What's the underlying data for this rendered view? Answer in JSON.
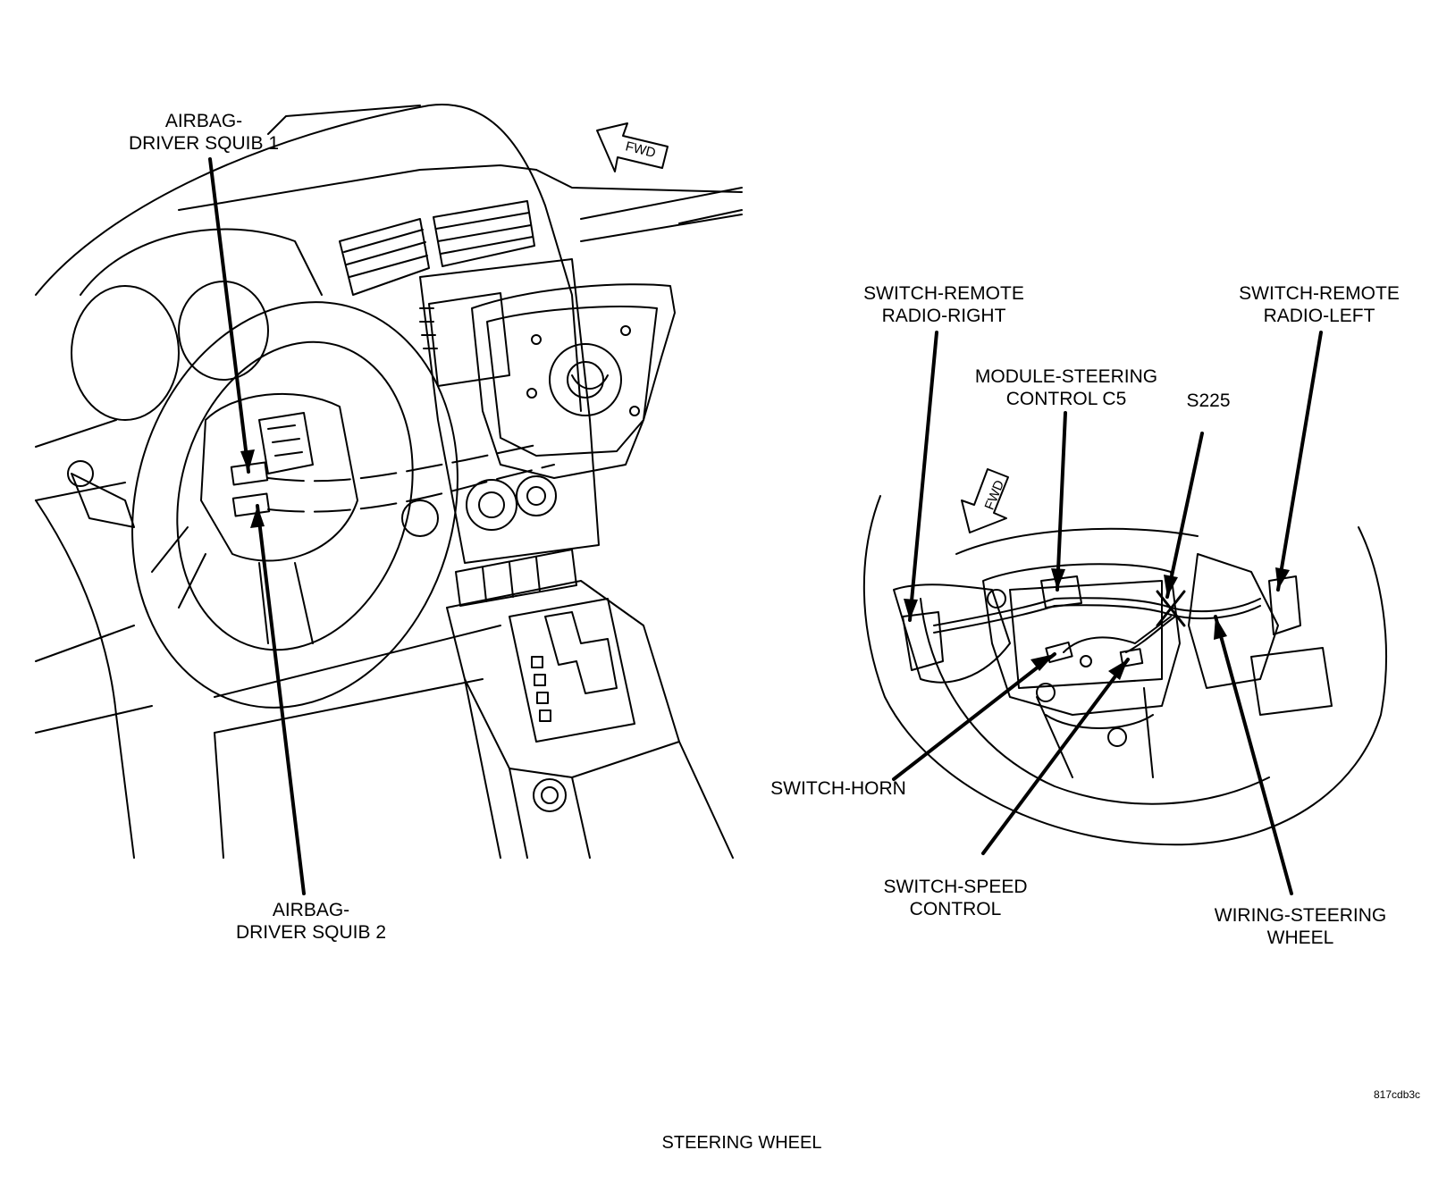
{
  "figure": {
    "title": "STEERING WHEEL",
    "code": "817cdb3c",
    "colors": {
      "ink": "#000000",
      "background": "#ffffff"
    }
  },
  "left_view": {
    "fwd_label": "FWD",
    "callouts": {
      "squib1": [
        "AIRBAG-",
        "DRIVER SQUIB 1"
      ],
      "squib2": [
        "AIRBAG-",
        "DRIVER SQUIB 2"
      ]
    }
  },
  "right_view": {
    "fwd_label": "FWD",
    "callouts": {
      "radio_right": [
        "SWITCH-REMOTE",
        "RADIO-RIGHT"
      ],
      "radio_left": [
        "SWITCH-REMOTE",
        "RADIO-LEFT"
      ],
      "steering_module": [
        "MODULE-STEERING",
        "CONTROL C5"
      ],
      "splice": "S225",
      "horn": "SWITCH-HORN",
      "speed_control": [
        "SWITCH-SPEED",
        "CONTROL"
      ],
      "wiring": [
        "WIRING-STEERING",
        "WHEEL"
      ]
    }
  }
}
